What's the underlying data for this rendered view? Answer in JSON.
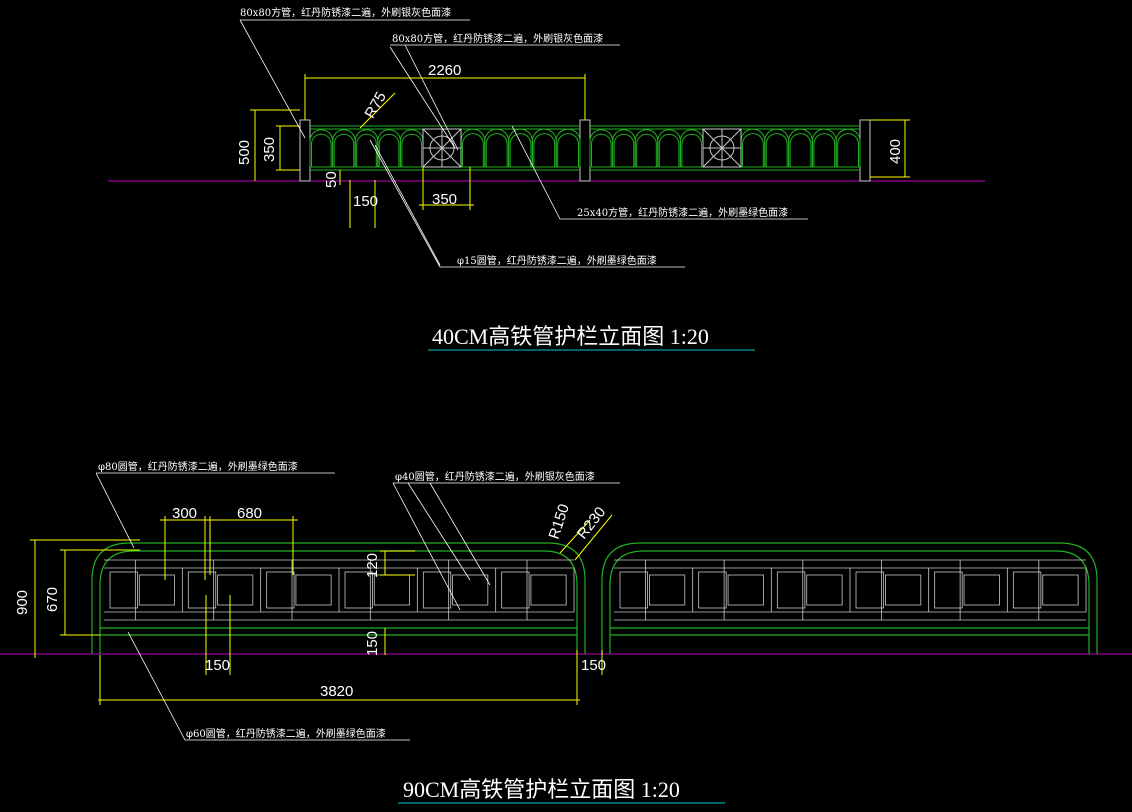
{
  "drawing1": {
    "title": "40CM高铁管护栏立面图   1:20",
    "notes": {
      "post_a": "80x80方管，红丹防锈漆二遍，外刷银灰色面漆",
      "post_b": "80x80方管，红丹防锈漆二遍，外刷银灰色面漆",
      "rail": "25x40方管，红丹防锈漆二遍，外刷墨绿色面漆",
      "round": "φ15圆管，红丹防锈漆二遍，外刷墨绿色面漆"
    },
    "dims": {
      "span": "2260",
      "radius": "R75",
      "total_h": "500",
      "panel_h": "350",
      "right_h": "400",
      "bottom": "50",
      "arch_w": "150",
      "orn_w": "350"
    }
  },
  "drawing2": {
    "title": "90CM高铁管护栏立面图   1:20",
    "notes": {
      "top_pipe": "φ80圆管，红丹防锈漆二遍，外刷墨绿色面漆",
      "inner_pipe": "φ40圆管，红丹防锈漆二遍，外刷银灰色面漆",
      "bottom_pipe": "φ60圆管，红丹防锈漆二遍，外刷墨绿色面漆"
    },
    "dims": {
      "w300": "300",
      "w680": "680",
      "r150": "R150",
      "r230": "R230",
      "total_h": "900",
      "inner_h": "670",
      "h120": "120",
      "h150": "150",
      "w150a": "150",
      "w150b": "150",
      "span": "3820"
    }
  },
  "colors": {
    "background": "#000000",
    "rail_green": "#22b022",
    "ground": "#c000c0",
    "dimension": "#ffff00",
    "title_underline": "#00c8c8",
    "panel_gray": "#c8c8c8"
  }
}
